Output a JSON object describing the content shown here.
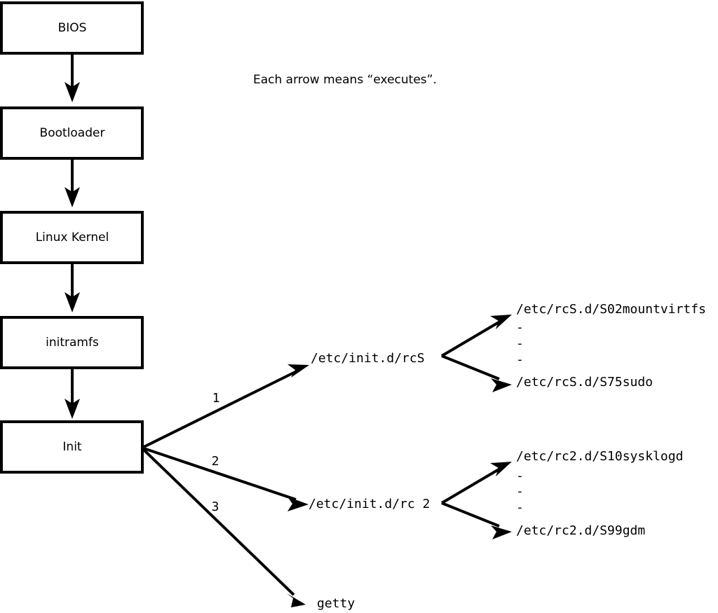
{
  "diagram": {
    "caption": "Each arrow means “executes”.",
    "boot_chain": [
      {
        "label": "BIOS"
      },
      {
        "label": "Bootloader"
      },
      {
        "label": "Linux Kernel"
      },
      {
        "label": "initramfs"
      },
      {
        "label": "Init"
      }
    ],
    "init_branches": [
      {
        "number": "1",
        "target": "/etc/init.d/rcS"
      },
      {
        "number": "2",
        "target": "/etc/init.d/rc 2"
      },
      {
        "number": "3",
        "target": "getty"
      }
    ],
    "rcs_scripts": {
      "first": "/etc/rcS.d/S02mountvirtfs",
      "ellipsis": [
        "-",
        "-",
        "-"
      ],
      "last": "/etc/rcS.d/S75sudo"
    },
    "rc2_scripts": {
      "first": "/etc/rc2.d/S10sysklogd",
      "ellipsis": [
        "-",
        "-",
        "-"
      ],
      "last": "/etc/rc2.d/S99gdm"
    },
    "colors": {
      "stroke": "#000000",
      "fill": "#ffffff",
      "background": "#ffffff"
    }
  }
}
